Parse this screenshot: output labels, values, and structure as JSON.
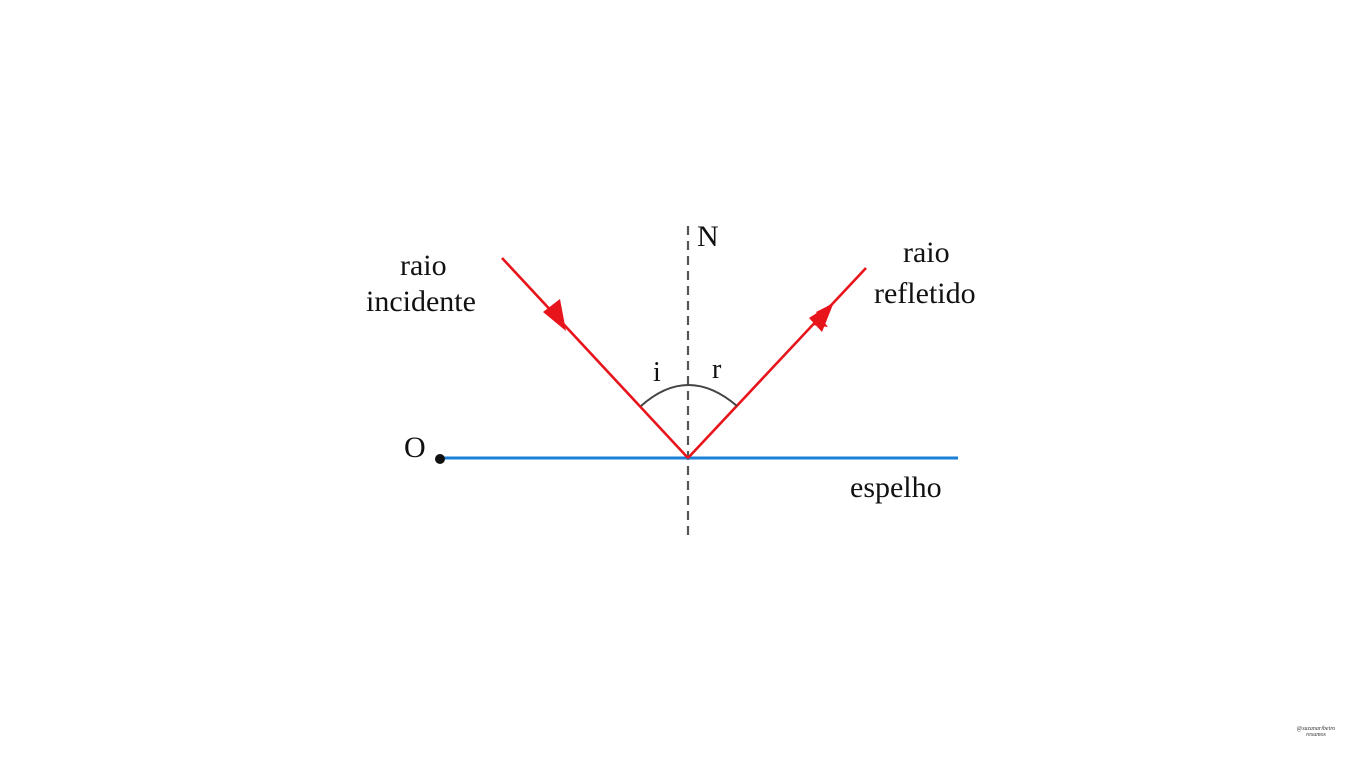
{
  "diagram": {
    "labels": {
      "normal": "N",
      "incident_line1": "raio",
      "incident_line2": "incidente",
      "reflected_line1": "raio",
      "reflected_line2": "refletido",
      "angle_incidence": "i",
      "angle_reflection": "r",
      "origin": "O",
      "mirror": "espelho"
    },
    "colors": {
      "ray": "#e8141b",
      "mirror": "#1b7fd8",
      "normal": "#555555",
      "arc": "#444444",
      "text": "#111111"
    }
  },
  "watermark": {
    "line1": "@suzanaribeiro",
    "line2": "resumos"
  }
}
